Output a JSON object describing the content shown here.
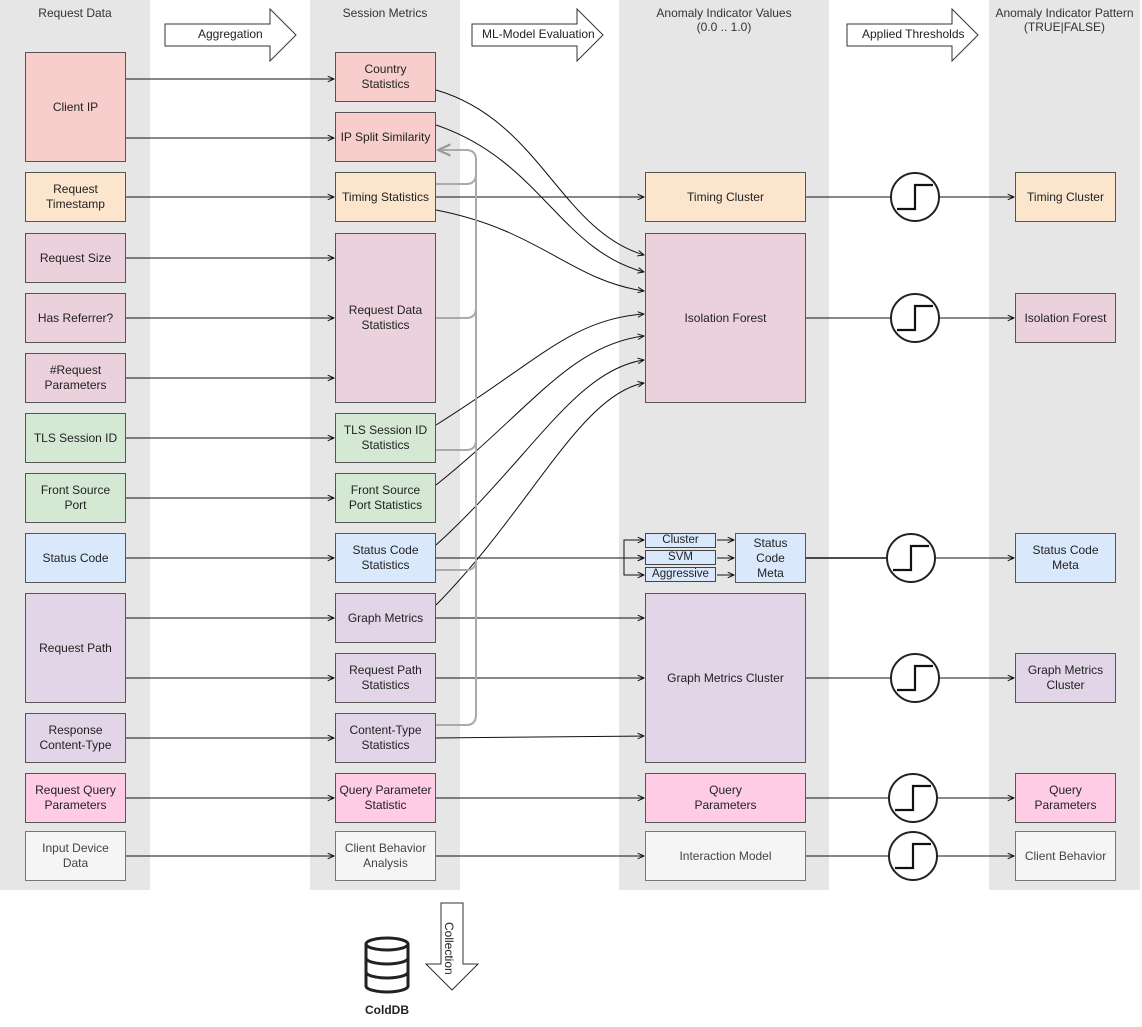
{
  "lanes": {
    "request_data": "Request Data",
    "session_metrics": "Session Metrics",
    "anomaly_values": "Anomaly Indicator Values\n(0.0 .. 1.0)",
    "anomaly_pattern": "Anomaly Indicator Pattern\n(TRUE|FALSE)"
  },
  "stage_arrows": {
    "aggregation": "Aggregation",
    "ml_evaluation": "ML-Model Evaluation",
    "thresholds": "Applied Thresholds",
    "collection": "Collection"
  },
  "request_data": {
    "client_ip": "Client IP",
    "request_timestamp": "Request\nTimestamp",
    "request_size": "Request Size",
    "has_referrer": "Has Referrer?",
    "request_parameters": "#Request\nParameters",
    "tls_session_id": "TLS Session ID",
    "front_source_port": "Front Source\nPort",
    "status_code": "Status Code",
    "request_path": "Request Path",
    "response_content_type": "Response\nContent-Type",
    "request_query_parameters": "Request Query\nParameters",
    "input_device_data": "Input Device\nData"
  },
  "session_metrics": {
    "country_statistics": "Country\nStatistics",
    "ip_split_similarity": "IP Split Similarity",
    "timing_statistics": "Timing Statistics",
    "request_data_statistics": "Request Data\nStatistics",
    "tls_session_id_statistics": "TLS Session ID\nStatistics",
    "front_source_port_statistics": "Front Source\nPort Statistics",
    "status_code_statistics": "Status Code\nStatistics",
    "graph_metrics": "Graph Metrics",
    "request_path_statistics": "Request Path\nStatistics",
    "content_type_statistics": "Content-Type\nStatistics",
    "query_parameter_statistic": "Query Parameter\nStatistic",
    "client_behavior_analysis": "Client Behavior\nAnalysis"
  },
  "anomaly_values": {
    "timing_cluster": "Timing Cluster",
    "isolation_forest": "Isolation Forest",
    "cluster": "Cluster",
    "svm": "SVM",
    "aggressive": "Aggressive",
    "status_code_meta": "Status Code\nMeta",
    "graph_metrics_cluster": "Graph Metrics Cluster",
    "query_parameters": "Query\nParameters",
    "interaction_model": "Interaction Model"
  },
  "anomaly_pattern": {
    "timing_cluster": "Timing Cluster",
    "isolation_forest": "Isolation Forest",
    "status_code_meta": "Status Code\nMeta",
    "graph_metrics_cluster": "Graph Metrics\nCluster",
    "query_parameters": "Query\nParameters",
    "client_behavior": "Client Behavior"
  },
  "database": {
    "label": "ColdDB",
    "icon": "database-icon"
  },
  "colors": {
    "lane": "#e6e6e6",
    "red": "#f8cecc",
    "orange": "#fce5cd",
    "pinkish": "#ead1dc",
    "green": "#d5e8d4",
    "blue": "#dae8fc",
    "purple": "#e1d5e7",
    "pink": "#ffcce6",
    "gray": "#f5f5f5",
    "feedback_line": "#aaaaaa"
  }
}
